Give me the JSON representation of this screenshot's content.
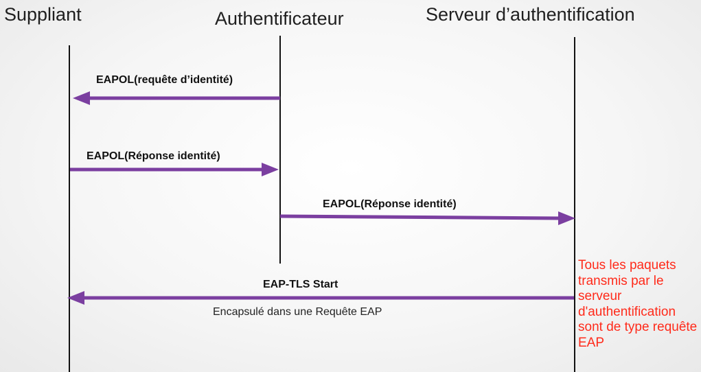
{
  "actors": {
    "suppliant": "Suppliant",
    "authenticator": "Authentificateur",
    "server": "Serveur d’authentification"
  },
  "messages": [
    {
      "label": "EAPOL(requête d’identité)",
      "from": "authenticator",
      "to": "suppliant"
    },
    {
      "label": "EAPOL(Réponse identité)",
      "from": "suppliant",
      "to": "authenticator"
    },
    {
      "label": "EAPOL(Réponse identité)",
      "from": "authenticator",
      "to": "server"
    },
    {
      "label": "EAP-TLS Start",
      "sublabel": "Encapsulé dans une Requête EAP",
      "from": "server",
      "to": "suppliant"
    }
  ],
  "note": "Tous les paquets transmis par le serveur d'authentification sont de type requête EAP",
  "colors": {
    "arrow": "#7b3fa0",
    "lifeline": "#111111",
    "note": "#ff2a1a",
    "text": "#1f1f1f"
  }
}
